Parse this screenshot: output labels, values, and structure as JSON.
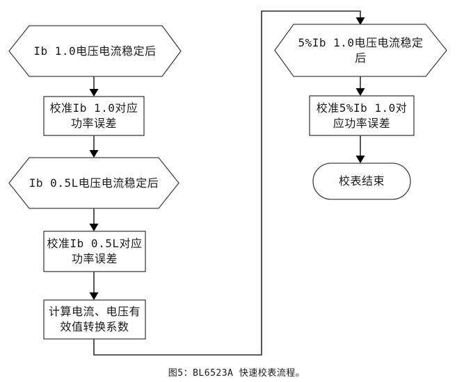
{
  "diagram": {
    "caption": "图5：BL6523A 快速校表流程。",
    "colors": {
      "background": "#ffffff",
      "shape_stroke": "#404040",
      "line_stroke": "#2b2b2b",
      "arrow_fill": "#000000",
      "text": "#1a1a1a"
    },
    "nodes": {
      "hex_ib10": {
        "type": "hexagon",
        "label": "Ib 1.0电压电流稳定后"
      },
      "proc_ib10": {
        "type": "process",
        "label": "校准Ib 1.0对应\n功率误差"
      },
      "hex_ib05l": {
        "type": "hexagon",
        "label": "Ib 0.5L电压电流稳定后"
      },
      "proc_ib05l": {
        "type": "process",
        "label": "校准Ib 0.5L对应\n功率误差"
      },
      "proc_rms": {
        "type": "process",
        "label": "计算电流、电压有\n效值转换系数"
      },
      "hex_5ib10": {
        "type": "hexagon",
        "label": "5%Ib 1.0电压电流稳定\n后"
      },
      "proc_5ib10": {
        "type": "process",
        "label": "校准5%Ib 1.0对\n应功率误差"
      },
      "end_terminator": {
        "type": "terminator",
        "label": "校表结束"
      }
    }
  }
}
